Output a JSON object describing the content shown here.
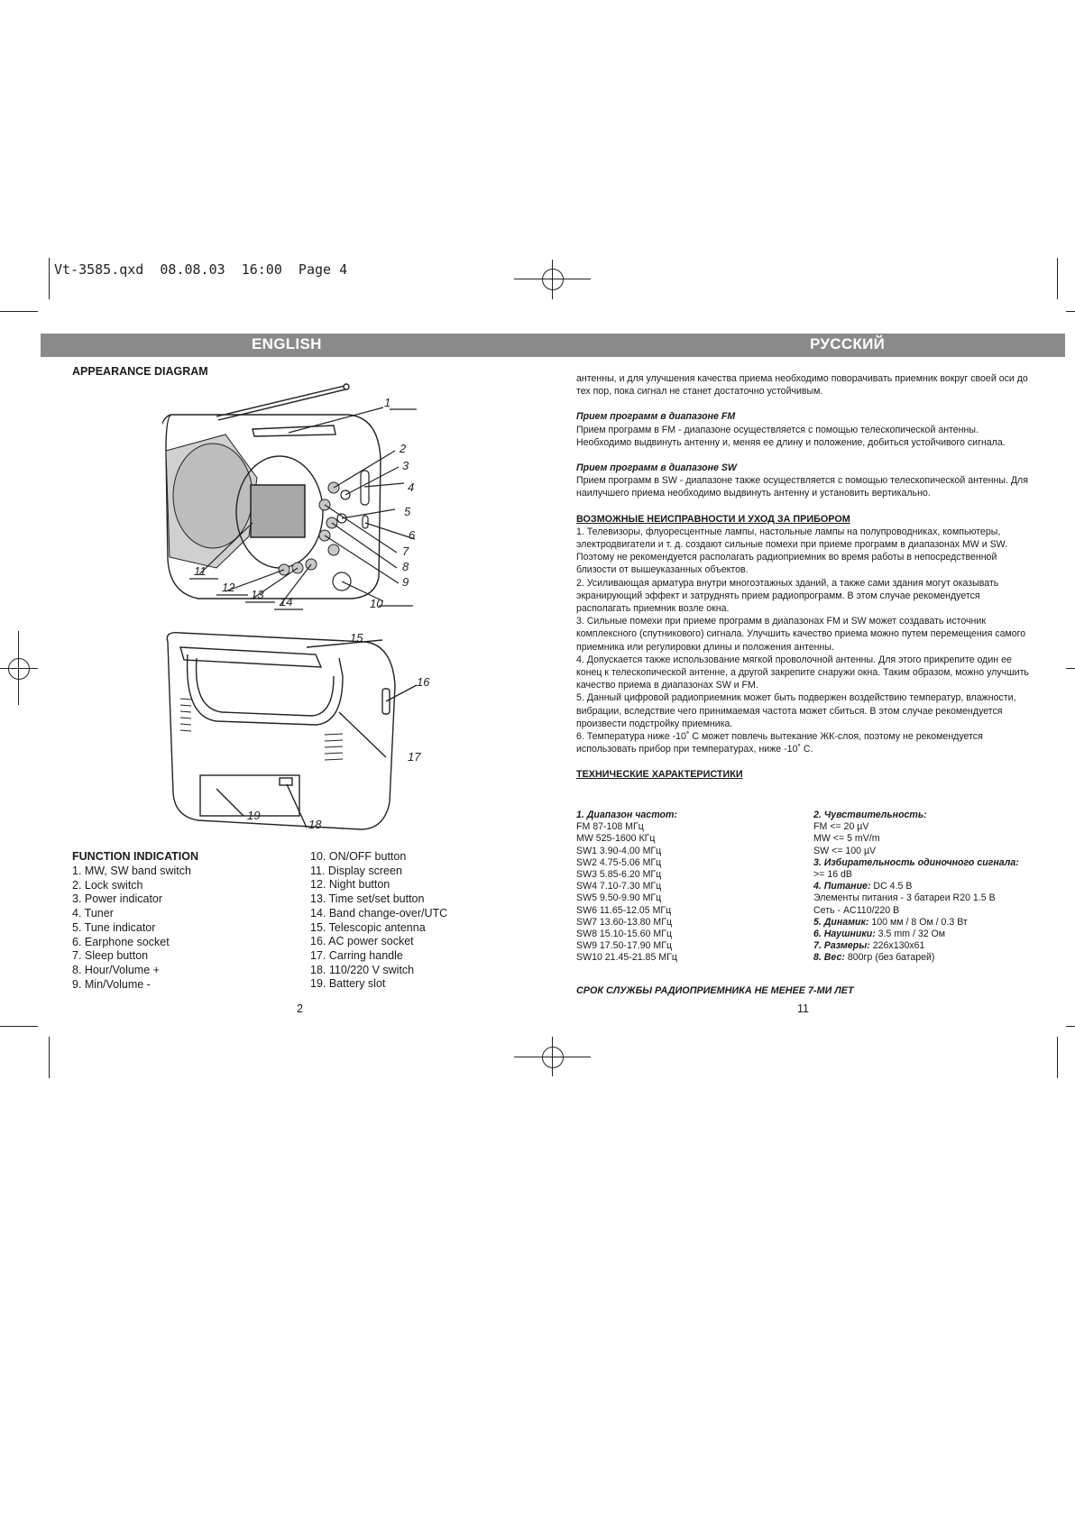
{
  "slug": "Vt-3585.qxd  08.08.03  16:00  Page 4",
  "headers": {
    "left": "ENGLISH",
    "right": "РУССКИЙ"
  },
  "english": {
    "appearance_title": "APPEARANCE DIAGRAM",
    "callouts": [
      "1",
      "2",
      "3",
      "4",
      "5",
      "6",
      "7",
      "8",
      "9",
      "10",
      "11",
      "12",
      "13",
      "14",
      "15",
      "16",
      "17",
      "18",
      "19"
    ],
    "function_title": "FUNCTION INDICATION",
    "functions_left": [
      "1. MW, SW band switch",
      "2. Lock switch",
      "3. Power indicator",
      "4. Tuner",
      "5. Tune indicator",
      "6. Earphone socket",
      "7. Sleep button",
      "8. Hour/Volume +",
      "9. Min/Volume -"
    ],
    "functions_right": [
      "10. ON/OFF button",
      "11. Display screen",
      "12. Night button",
      "13. Time set/set button",
      "14. Band change-over/UTC",
      "15. Telescopic antenna",
      "16. AC power socket",
      "17. Carring handle",
      "18. 110/220 V switch",
      "19. Battery slot"
    ],
    "page_number": "2"
  },
  "russian": {
    "intro": "антенны, и для улучшения качества приема необходимо поворачивать приемник вокруг своей оси до тех пор, пока сигнал не станет достаточно устойчивым.",
    "fm_title": "Прием программ в диапазоне FM",
    "fm_text": "Прием программ в FM - диапазоне осуществляется с помощью телескопической антенны. Необходимо выдвинуть антенну и, меняя ее длину и положение, добиться устойчивого сигнала.",
    "sw_title": "Прием программ в диапазоне SW",
    "sw_text": "Прием программ в SW - диапазоне также осуществляется с помощью телескопической антенны. Для наилучшего приема необходимо выдвинуть антенну и установить вертикально.",
    "care_title": "ВОЗМОЖНЫЕ НЕИСПРАВНОСТИ И УХОД ЗА ПРИБОРОМ",
    "care_items": [
      "1. Телевизоры, флуоресцентные лампы, настольные лампы на полупроводниках, компьютеры, электродвигатели и т. д. создают сильные помехи при приеме программ в диапазонах MW и SW. Поэтому не рекомендуется располагать радиоприемник во время работы в непосредственной близости от вышеуказанных объектов.",
      "2. Усиливающая арматура внутри многоэтажных зданий, а также сами здания могут оказывать экранирующий эффект и затруднять прием радиопрограмм. В этом случае рекомендуется располагать приемник возле окна.",
      "3. Сильные помехи при приеме программ в диапазонах FM и SW может создавать источник комплексного (спутникового) сигнала. Улучшить качество приема можно путем перемещения самого приемника или регулировки длины и положения антенны.",
      "4. Допускается также использование мягкой проволочной антенны. Для этого прикрепите один ее конец к телескопической антенне, а другой закрепите снаружи окна. Таким образом, можно улучшить качество приема в диапазонах SW и FM.",
      "5. Данный цифровой радиоприемник может быть подвержен воздействию температур, влажности, вибрации, вследствие чего принимаемая частота может сбиться. В этом случае рекомендуется произвести подстройку приемника.",
      "6. Температура ниже -10˚ С может повлечь вытекание ЖК-слоя, поэтому не рекомендуется использовать прибор при температурах, ниже -10˚ С."
    ],
    "tech_title": "ТЕХНИЧЕСКИЕ ХАРАКТЕРИСТИКИ",
    "freq_title": "1. Диапазон частот:",
    "freq_list": [
      "FM 87-108 МГц",
      "MW 525-1600 КГц",
      "SW1 3.90-4.00 МГц",
      "SW2 4.75-5.06 МГц",
      "SW3 5.85-6.20 МГц",
      "SW4 7.10-7.30 МГц",
      "SW5 9.50-9.90 МГц",
      "SW6 11.65-12.05 МГц",
      "SW7 13.60-13.80 МГц",
      "SW8 15.10-15.60 МГц",
      "SW9 17.50-17.90 МГц",
      "SW10 21.45-21.85 МГц"
    ],
    "sens_title": "2. Чувствительность:",
    "sens_list": [
      "FM <= 20 µV",
      "MW <= 5 mV/m",
      "SW <= 100 µV"
    ],
    "sel_title": "3. Избирательность одиночного сигнала:",
    "sel_value": ">= 16 dB",
    "power_title": "4. Питание:",
    "power_value": " DC 4.5 В",
    "power_batt": "Элементы питания - 3 батареи R20 1.5 В",
    "power_ac": "Сеть - AC110/220 В",
    "spk_title": "5. Динамик:",
    "spk_value": " 100 мм / 8 Ом / 0.3 Вт",
    "hp_title": "6. Наушники:",
    "hp_value": "  3.5 mm / 32 Ом",
    "dim_title": "7. Размеры:",
    "dim_value": " 226x130x61",
    "wt_title": "8. Вес:",
    "wt_value": " 800гр (без батарей)",
    "service_life": "СРОК СЛУЖБЫ РАДИОПРИЕМНИКА НЕ МЕНЕЕ 7-МИ ЛЕТ",
    "page_number": "11"
  }
}
